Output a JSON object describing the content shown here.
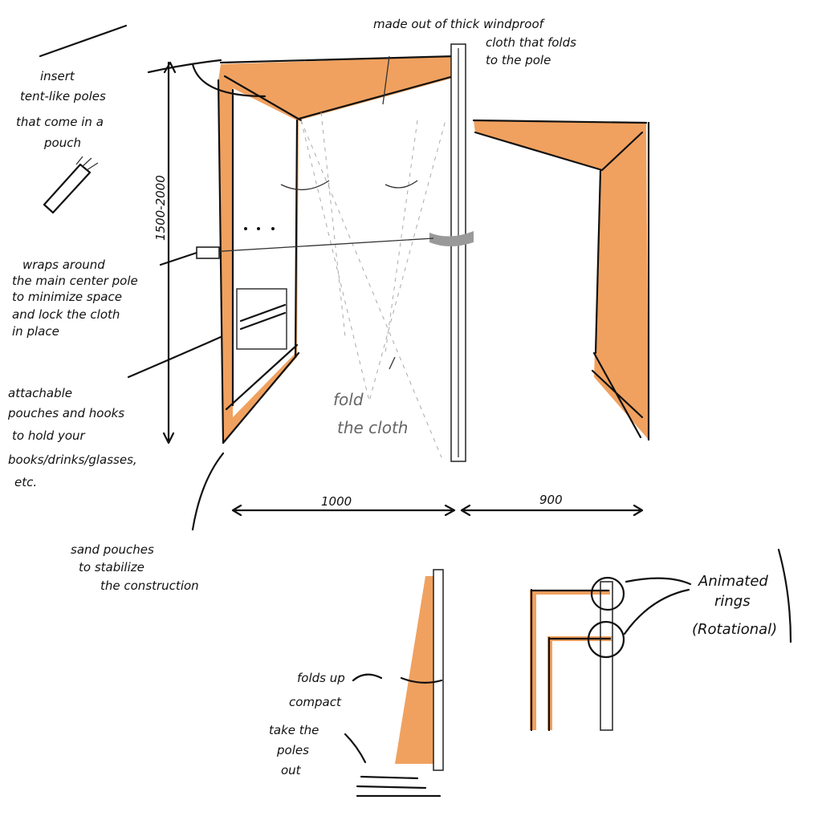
{
  "colors": {
    "cloth": "#f0a15f",
    "ink": "#111111",
    "pencil": "#666666"
  },
  "annotations": {
    "poles": [
      "insert",
      "tent-like poles",
      "that come in a",
      "pouch"
    ],
    "cloth": [
      "made out of thick windproof",
      "cloth that folds",
      "to the pole"
    ],
    "height": "1500-2000",
    "wraps": [
      "wraps around",
      "the main center pole",
      "to minimize space",
      "and lock the cloth",
      "in place"
    ],
    "pouches": [
      "attachable",
      "pouches and hooks",
      "to hold your",
      "books/drinks/glasses,",
      "etc."
    ],
    "fold": [
      "fold",
      "the cloth"
    ],
    "width_left": "1000",
    "width_right": "900",
    "sand": [
      "sand pouches",
      "to stabilize",
      "the construction"
    ],
    "folds_up": [
      "folds up",
      "compact"
    ],
    "take_out": [
      "take the",
      "poles",
      "out"
    ],
    "rings": [
      "Animated",
      "rings",
      "(Rotational)"
    ]
  }
}
